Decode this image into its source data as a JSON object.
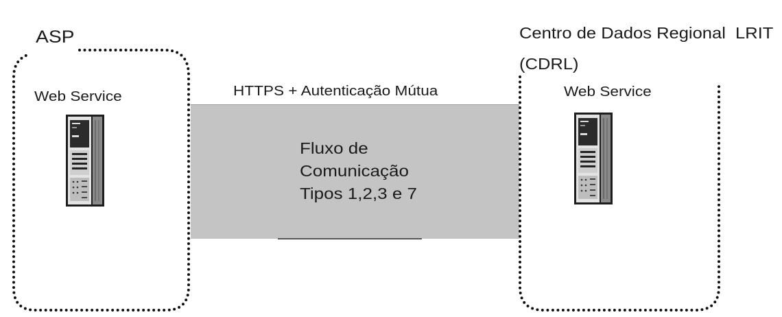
{
  "asp": {
    "label": "ASP",
    "service_label": "Web Service"
  },
  "cdrl": {
    "title": "Centro de Dados Regional  LRIT",
    "acronym": "(CDRL)",
    "service_label": "Web Service"
  },
  "channel": {
    "protocol_label": "HTTPS + Autenticação Mútua",
    "flow_lines": [
      "Fluxo de",
      "Comunicação",
      "Tipos 1,2,3 e 7"
    ]
  },
  "icons": {
    "asp_server": "server-icon",
    "cdrl_server": "server-icon"
  },
  "colors": {
    "channel_fill": "#c4c4c4",
    "border": "#111111"
  }
}
